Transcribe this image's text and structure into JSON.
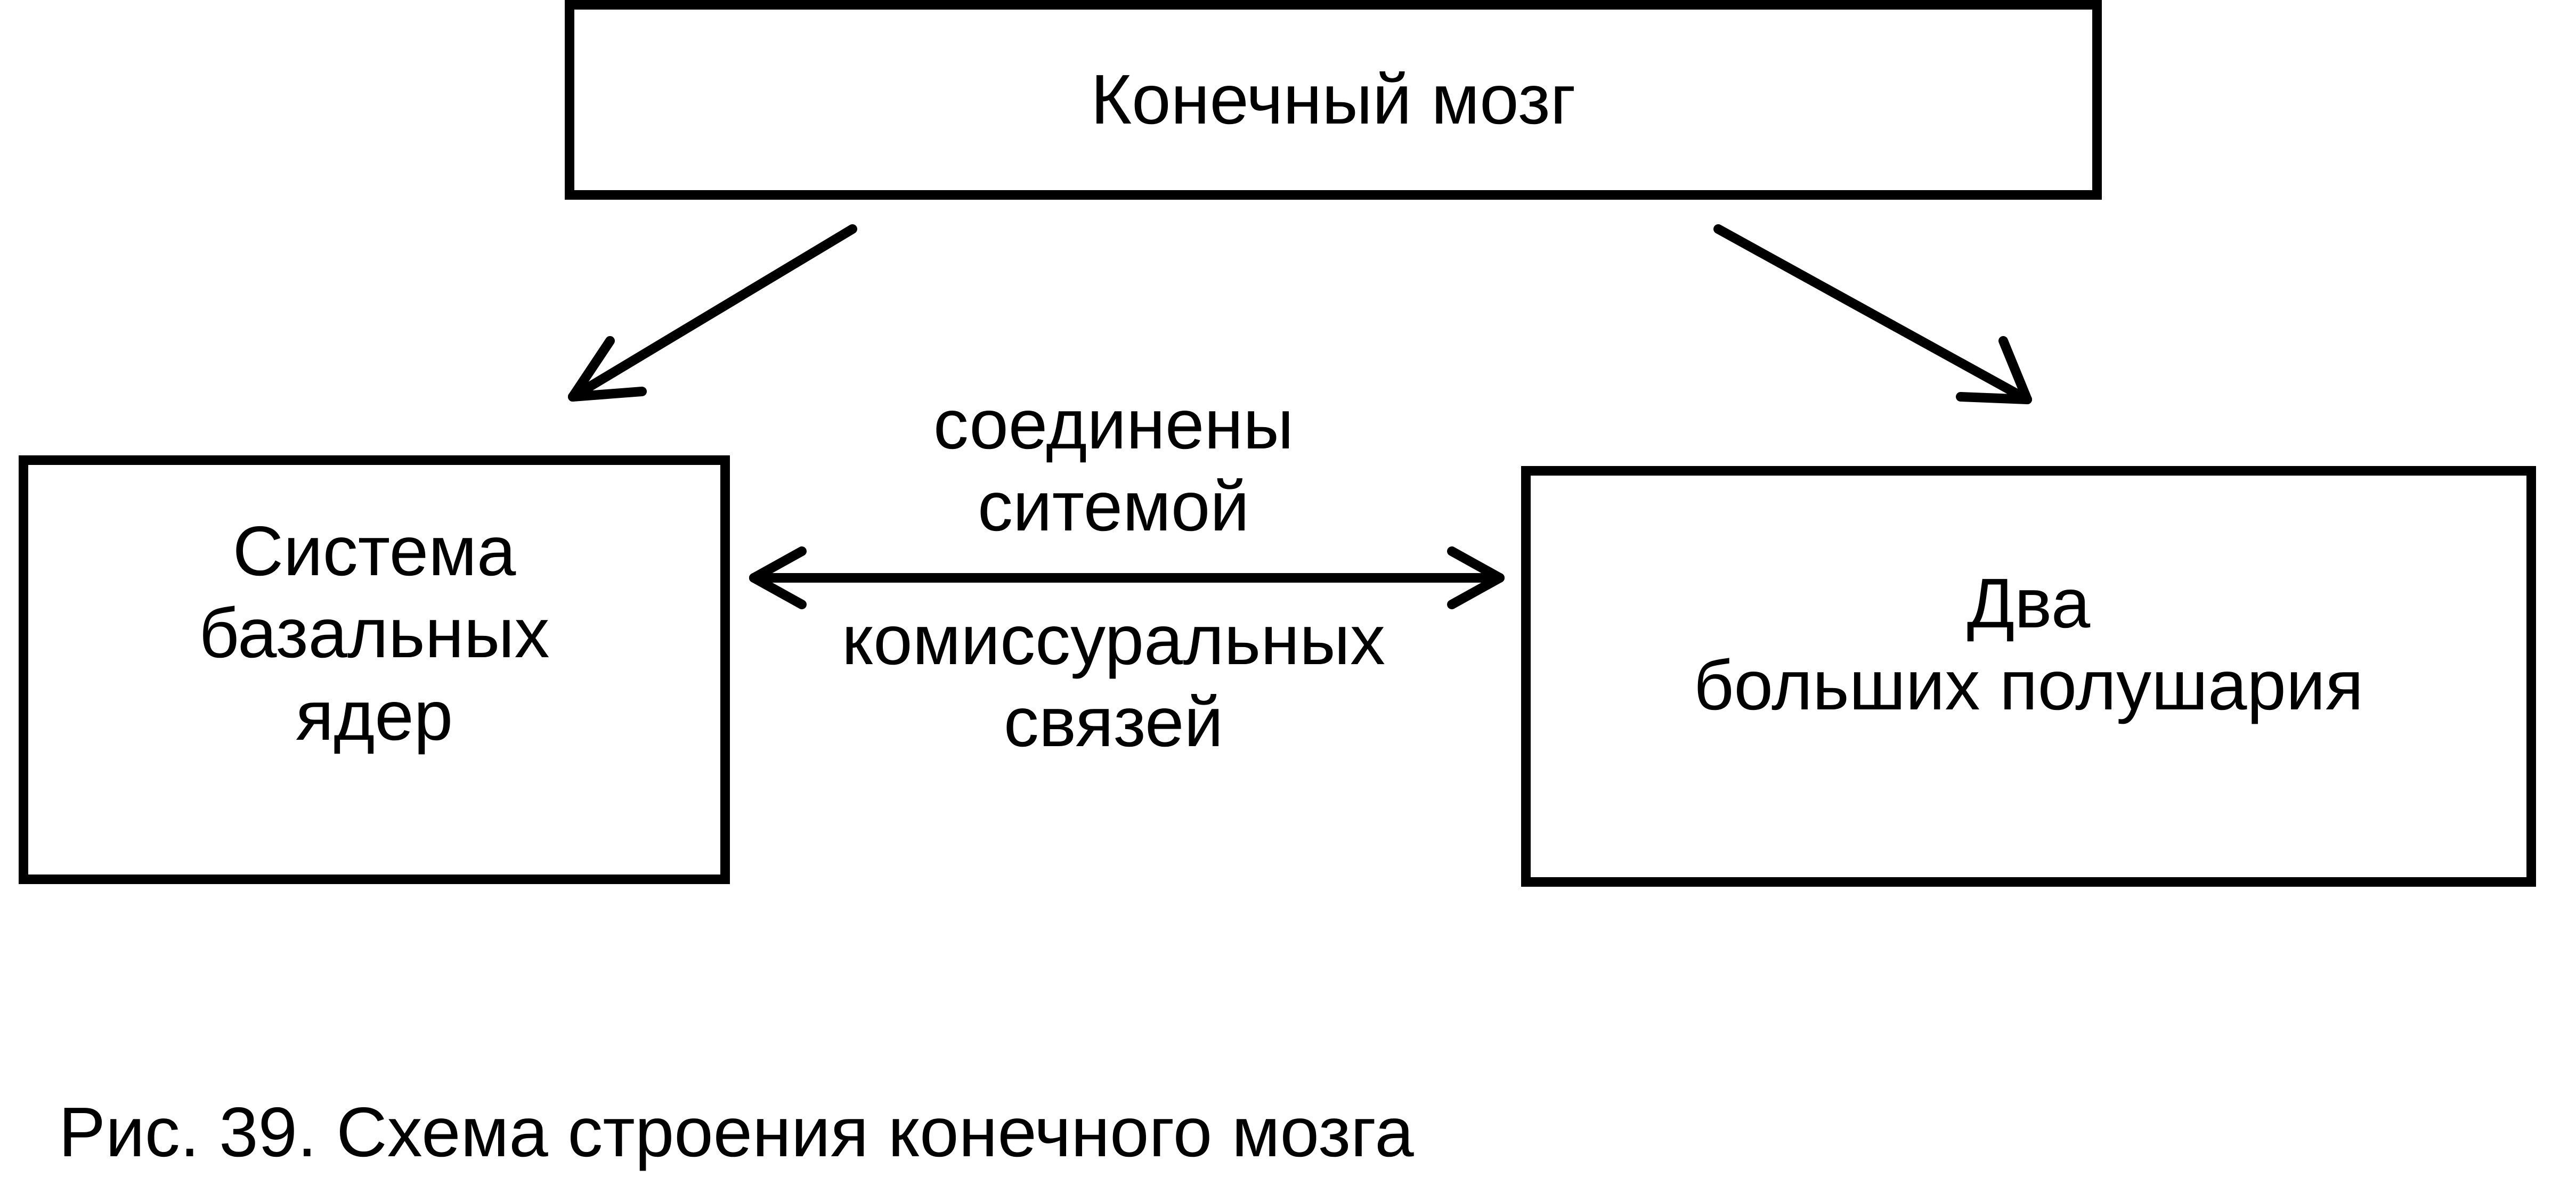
{
  "diagram": {
    "top_box": {
      "label": "Конечный мозг"
    },
    "left_box": {
      "lines": [
        "Система",
        "базальных",
        "ядер"
      ]
    },
    "right_box": {
      "lines": [
        "Два",
        "больших полушария"
      ]
    },
    "connection": {
      "label_above": [
        "соединены",
        "ситемой"
      ],
      "label_below": [
        "комиссуральных",
        "связей"
      ]
    },
    "caption": "Рис. 39. Схема строения конечного мозга"
  },
  "colors": {
    "stroke": "#000000",
    "background": "#ffffff"
  }
}
